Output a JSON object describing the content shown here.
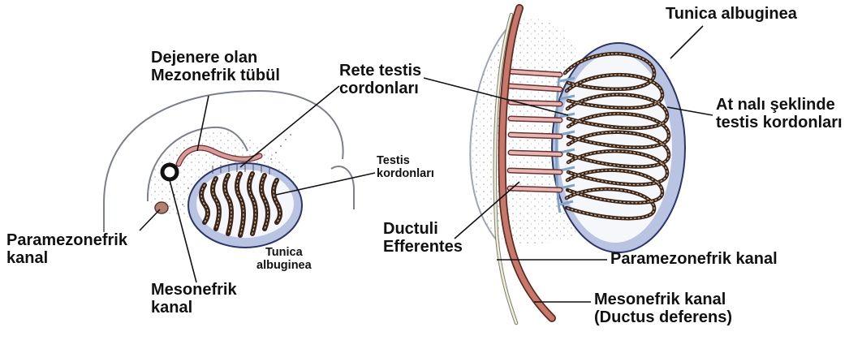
{
  "labels": {
    "degenerate_tubule": [
      "Dejenere olan",
      "Mezonefrik tübül"
    ],
    "rete_testis_left": [
      "Rete testis",
      "cordonları"
    ],
    "testis_cords_left": [
      "Testis",
      "kordonları"
    ],
    "paramesonephric_left": [
      "Paramezonefrik",
      "kanal"
    ],
    "tunica_left": [
      "Tunica",
      "albuginea"
    ],
    "mesonephric_left": [
      "Mesonefrik",
      "kanal"
    ],
    "tunica_right": "Tunica albuginea",
    "horseshoe_cords": [
      "At nalı şeklinde",
      "testis kordonları"
    ],
    "ductuli_efferentes": [
      "Ductuli",
      "Efferentes"
    ],
    "paramesonephric_right": "Paramezonefrik kanal",
    "mesonephric_right": [
      "Mesonefrik kanal",
      "(Ductus deferens)"
    ]
  },
  "colors": {
    "outline": "#7b7f8a",
    "tunica": "#b9c3e2",
    "tunica_edge": "#2b3566",
    "cord": "#3a2418",
    "cord_dots": "#c9b49a",
    "tubule": "#d99a9a",
    "tubule_edge": "#6b3030",
    "duct": "#c8786a",
    "duct_edge": "#5a2a22",
    "rete": "#a9c6de",
    "stipple": "#9aa0aa",
    "leader": "#111111"
  }
}
